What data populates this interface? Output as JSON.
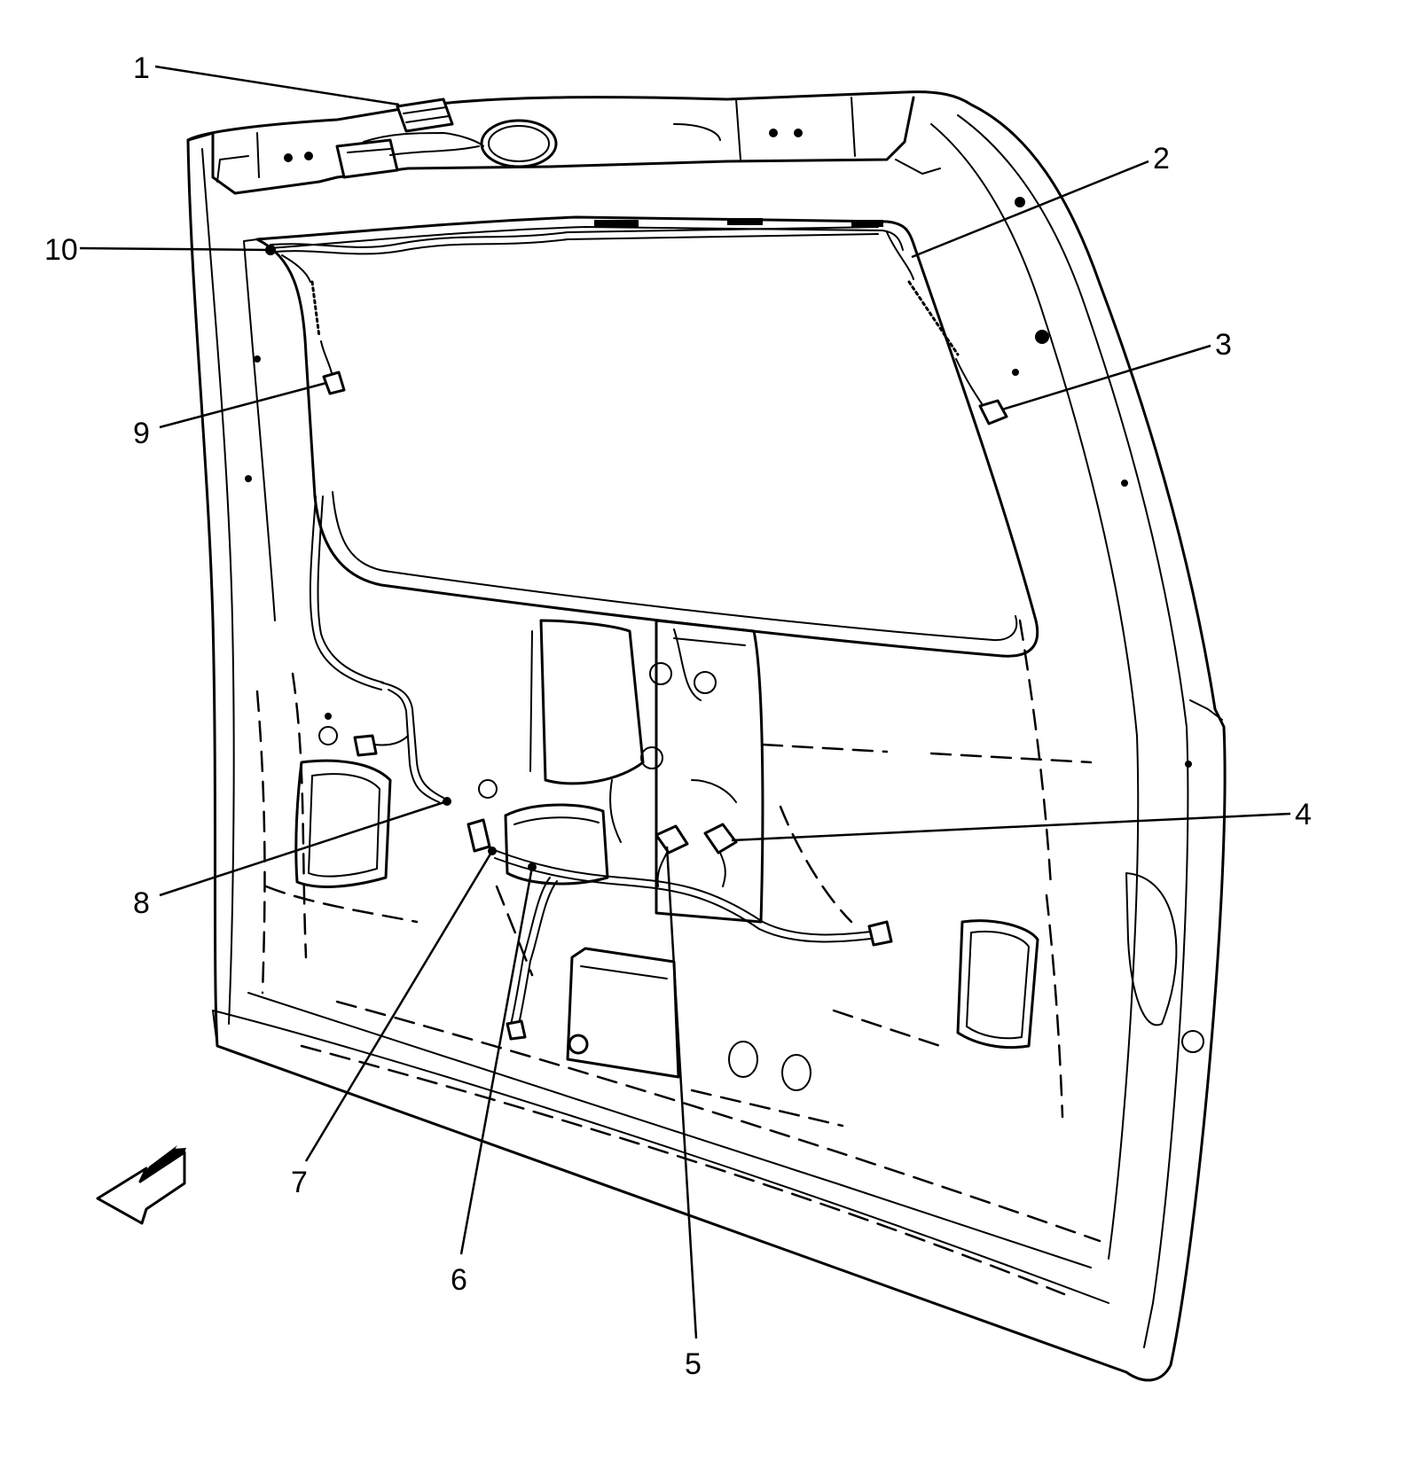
{
  "callouts": [
    {
      "id": "1",
      "label": "1"
    },
    {
      "id": "2",
      "label": "2"
    },
    {
      "id": "3",
      "label": "3"
    },
    {
      "id": "4",
      "label": "4"
    },
    {
      "id": "5",
      "label": "5"
    },
    {
      "id": "6",
      "label": "6"
    },
    {
      "id": "7",
      "label": "7"
    },
    {
      "id": "8",
      "label": "8"
    },
    {
      "id": "9",
      "label": "9"
    },
    {
      "id": "10",
      "label": "10"
    }
  ],
  "icons": {
    "orientation_arrow": "front-direction-arrow-icon"
  }
}
